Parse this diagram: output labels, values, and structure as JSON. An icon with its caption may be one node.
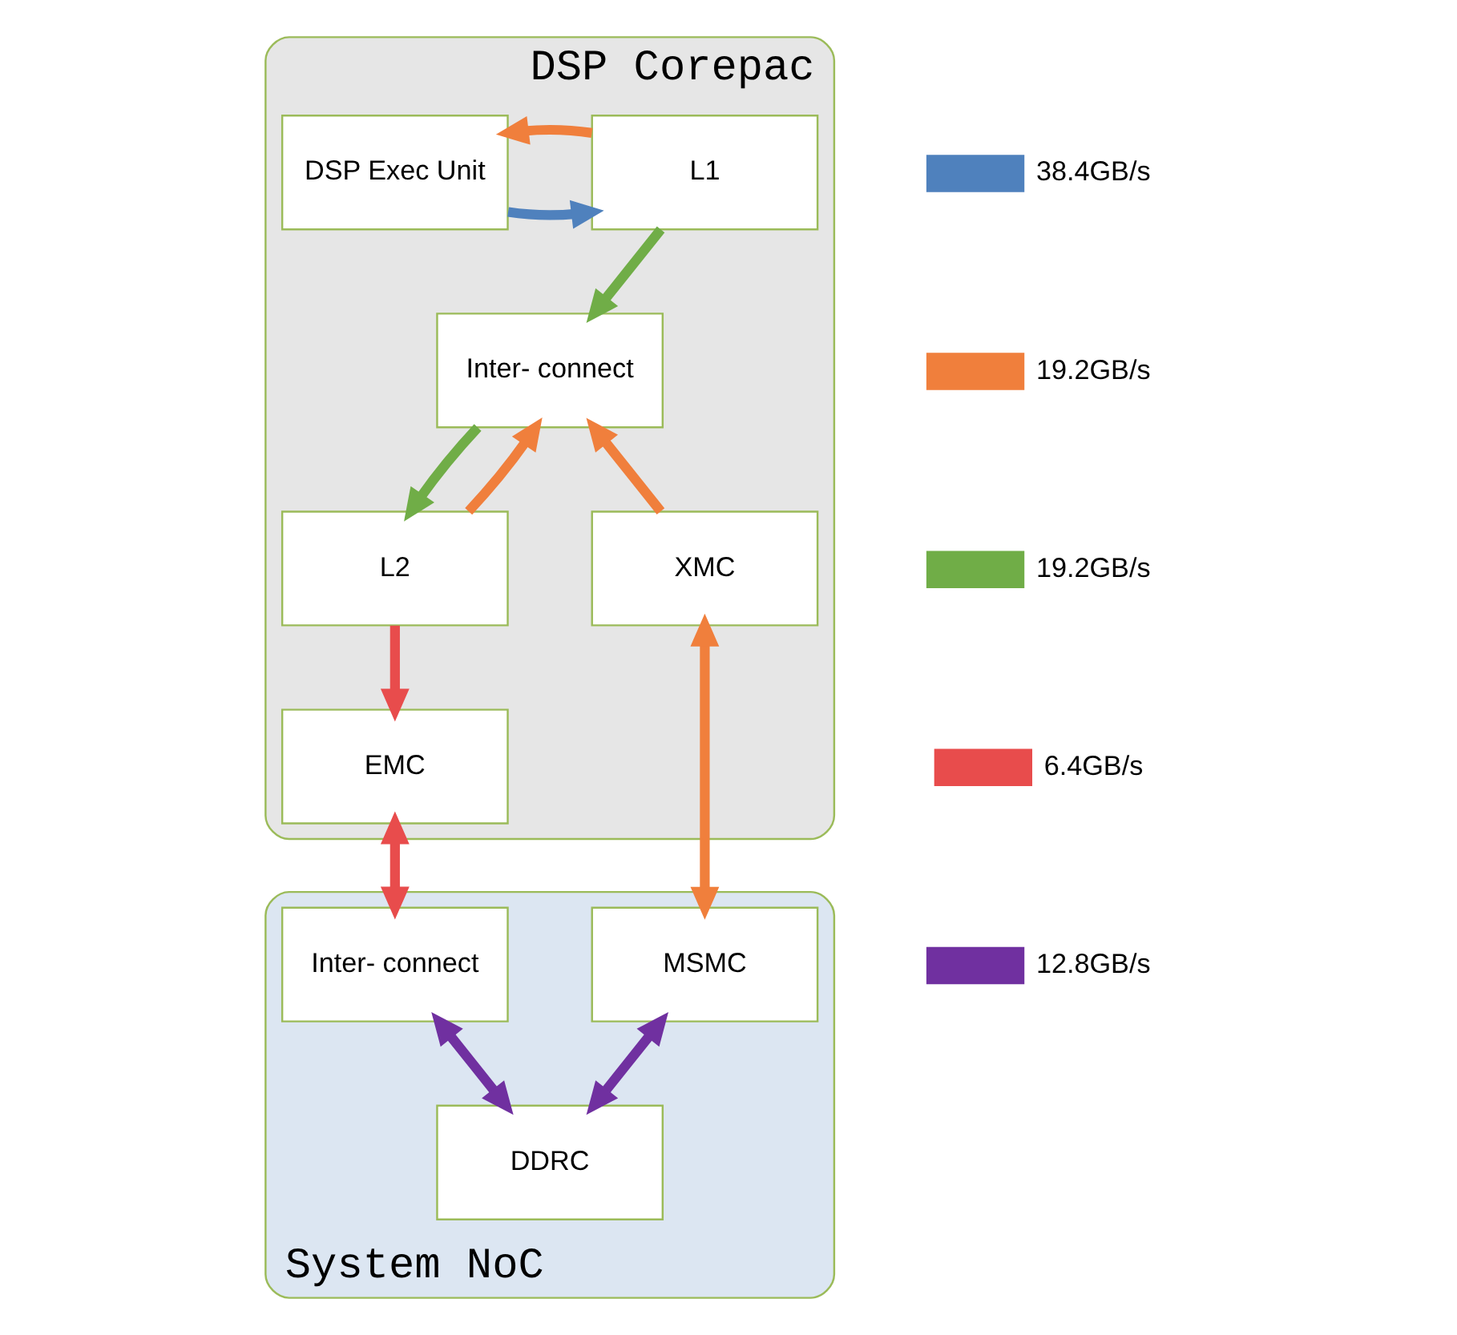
{
  "diagram": {
    "nodes": [
      {
        "text": [
          "DSP Corepac"
        ]
      },
      {
        "text": [
          "L1"
        ],
        "in": 0
      },
      {
        "text": [
          "DSP Exec Unit"
        ],
        "in": 0
      },
      {
        "text": [
          "Inter- connect"
        ],
        "in": 0
      },
      {
        "text": [
          "L2"
        ],
        "in": 0
      },
      {
        "text": [
          "XMC"
        ],
        "in": 0
      },
      {
        "text": [
          "EMC"
        ],
        "in": 0
      },
      {
        "text": [
          "System NoC"
        ]
      },
      {
        "text": [
          "Inter- connect"
        ],
        "in": 7
      },
      {
        "text": [
          "MSMC"
        ],
        "in": 7
      },
      {
        "text": [
          "DDRC"
        ],
        "in": 7
      }
    ],
    "edges": [
      {
        "from": 2,
        "to": 1,
        "arrow": "to",
        "color": "#4f81bd"
      },
      {
        "from": 1,
        "to": 2,
        "arrow": "to",
        "color": "#f07f3c"
      },
      {
        "from": 1,
        "to": 3,
        "arrow": "to",
        "color": "#70ad47"
      },
      {
        "from": 4,
        "to": 3,
        "arrow": "to",
        "color": "#f07f3c"
      },
      {
        "from": 3,
        "to": 4,
        "arrow": "to",
        "color": "#70ad47"
      },
      {
        "from": 4,
        "to": 6,
        "arrow": "to",
        "color": "#e84c4c"
      },
      {
        "from": 5,
        "to": 3,
        "arrow": "to",
        "color": "#f07f3c"
      },
      {
        "from": 5,
        "to": 9,
        "arrow": "both",
        "color": "#f07f3c"
      },
      {
        "from": 6,
        "to": 8,
        "arrow": "both",
        "color": "#e84c4c"
      },
      {
        "from": 9,
        "to": 10,
        "arrow": "both",
        "color": "#7030a0"
      },
      {
        "from": 8,
        "to": 10,
        "arrow": "both",
        "color": "#7030a0"
      }
    ],
    "legend": [
      {
        "text": "38.4GB/s",
        "color": "#4f81bd"
      },
      {
        "text": "19.2GB/s",
        "color": "#f07f3c"
      },
      {
        "text": "19.2GB/s",
        "color": "#70ad47"
      },
      {
        "text": "6.4GB/s",
        "color": "#e84c4c"
      },
      {
        "text": "12.8GB/s",
        "color": "#7030a0"
      }
    ]
  }
}
